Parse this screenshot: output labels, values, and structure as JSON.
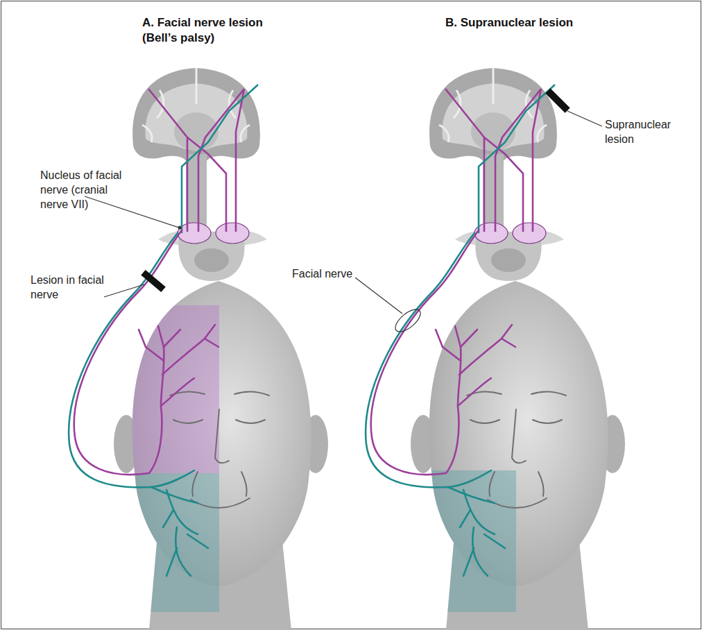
{
  "diagram": {
    "labels": [
      "A. Facial nerve lesion (Bell’s palsy)",
      "B. Supranuclear lesion",
      "Supranuclear lesion",
      "Nucleus of facial nerve (cranial nerve VII)",
      "Lesion in facial nerve",
      "Facial nerve"
    ]
  }
}
